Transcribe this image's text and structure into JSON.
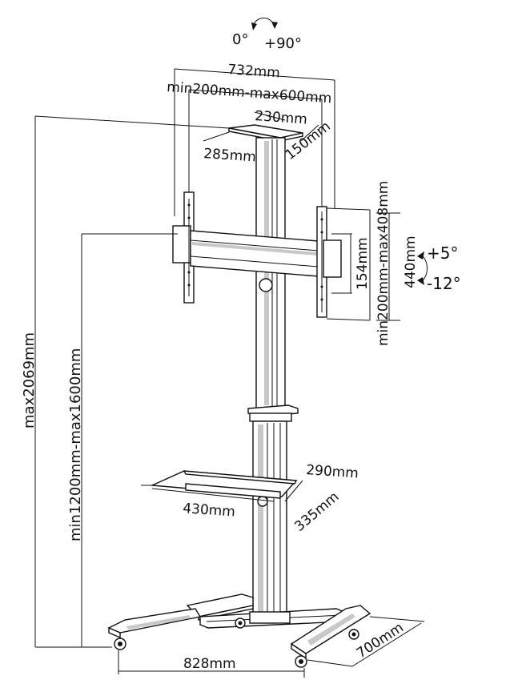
{
  "rotation": {
    "left": "0°",
    "right": "+90°"
  },
  "top_dims": {
    "width": "732mm",
    "vesa_range": "min200mm-max600mm",
    "plate_a": "230mm",
    "plate_b": "285mm",
    "plate_c": "150mm"
  },
  "tilt": {
    "up": "+5°",
    "down": "-12°"
  },
  "bracket_dims": {
    "inner": "154mm",
    "outer": "440mm",
    "vesa_vertical": "min200mm-max408mm"
  },
  "height_dims": {
    "max_total": "max2069mm",
    "center_range": "min1200mm-max1600mm"
  },
  "shelf_dims": {
    "depth": "290mm",
    "width": "430mm",
    "side": "335mm"
  },
  "base_dims": {
    "width": "828mm",
    "depth": "700mm"
  }
}
